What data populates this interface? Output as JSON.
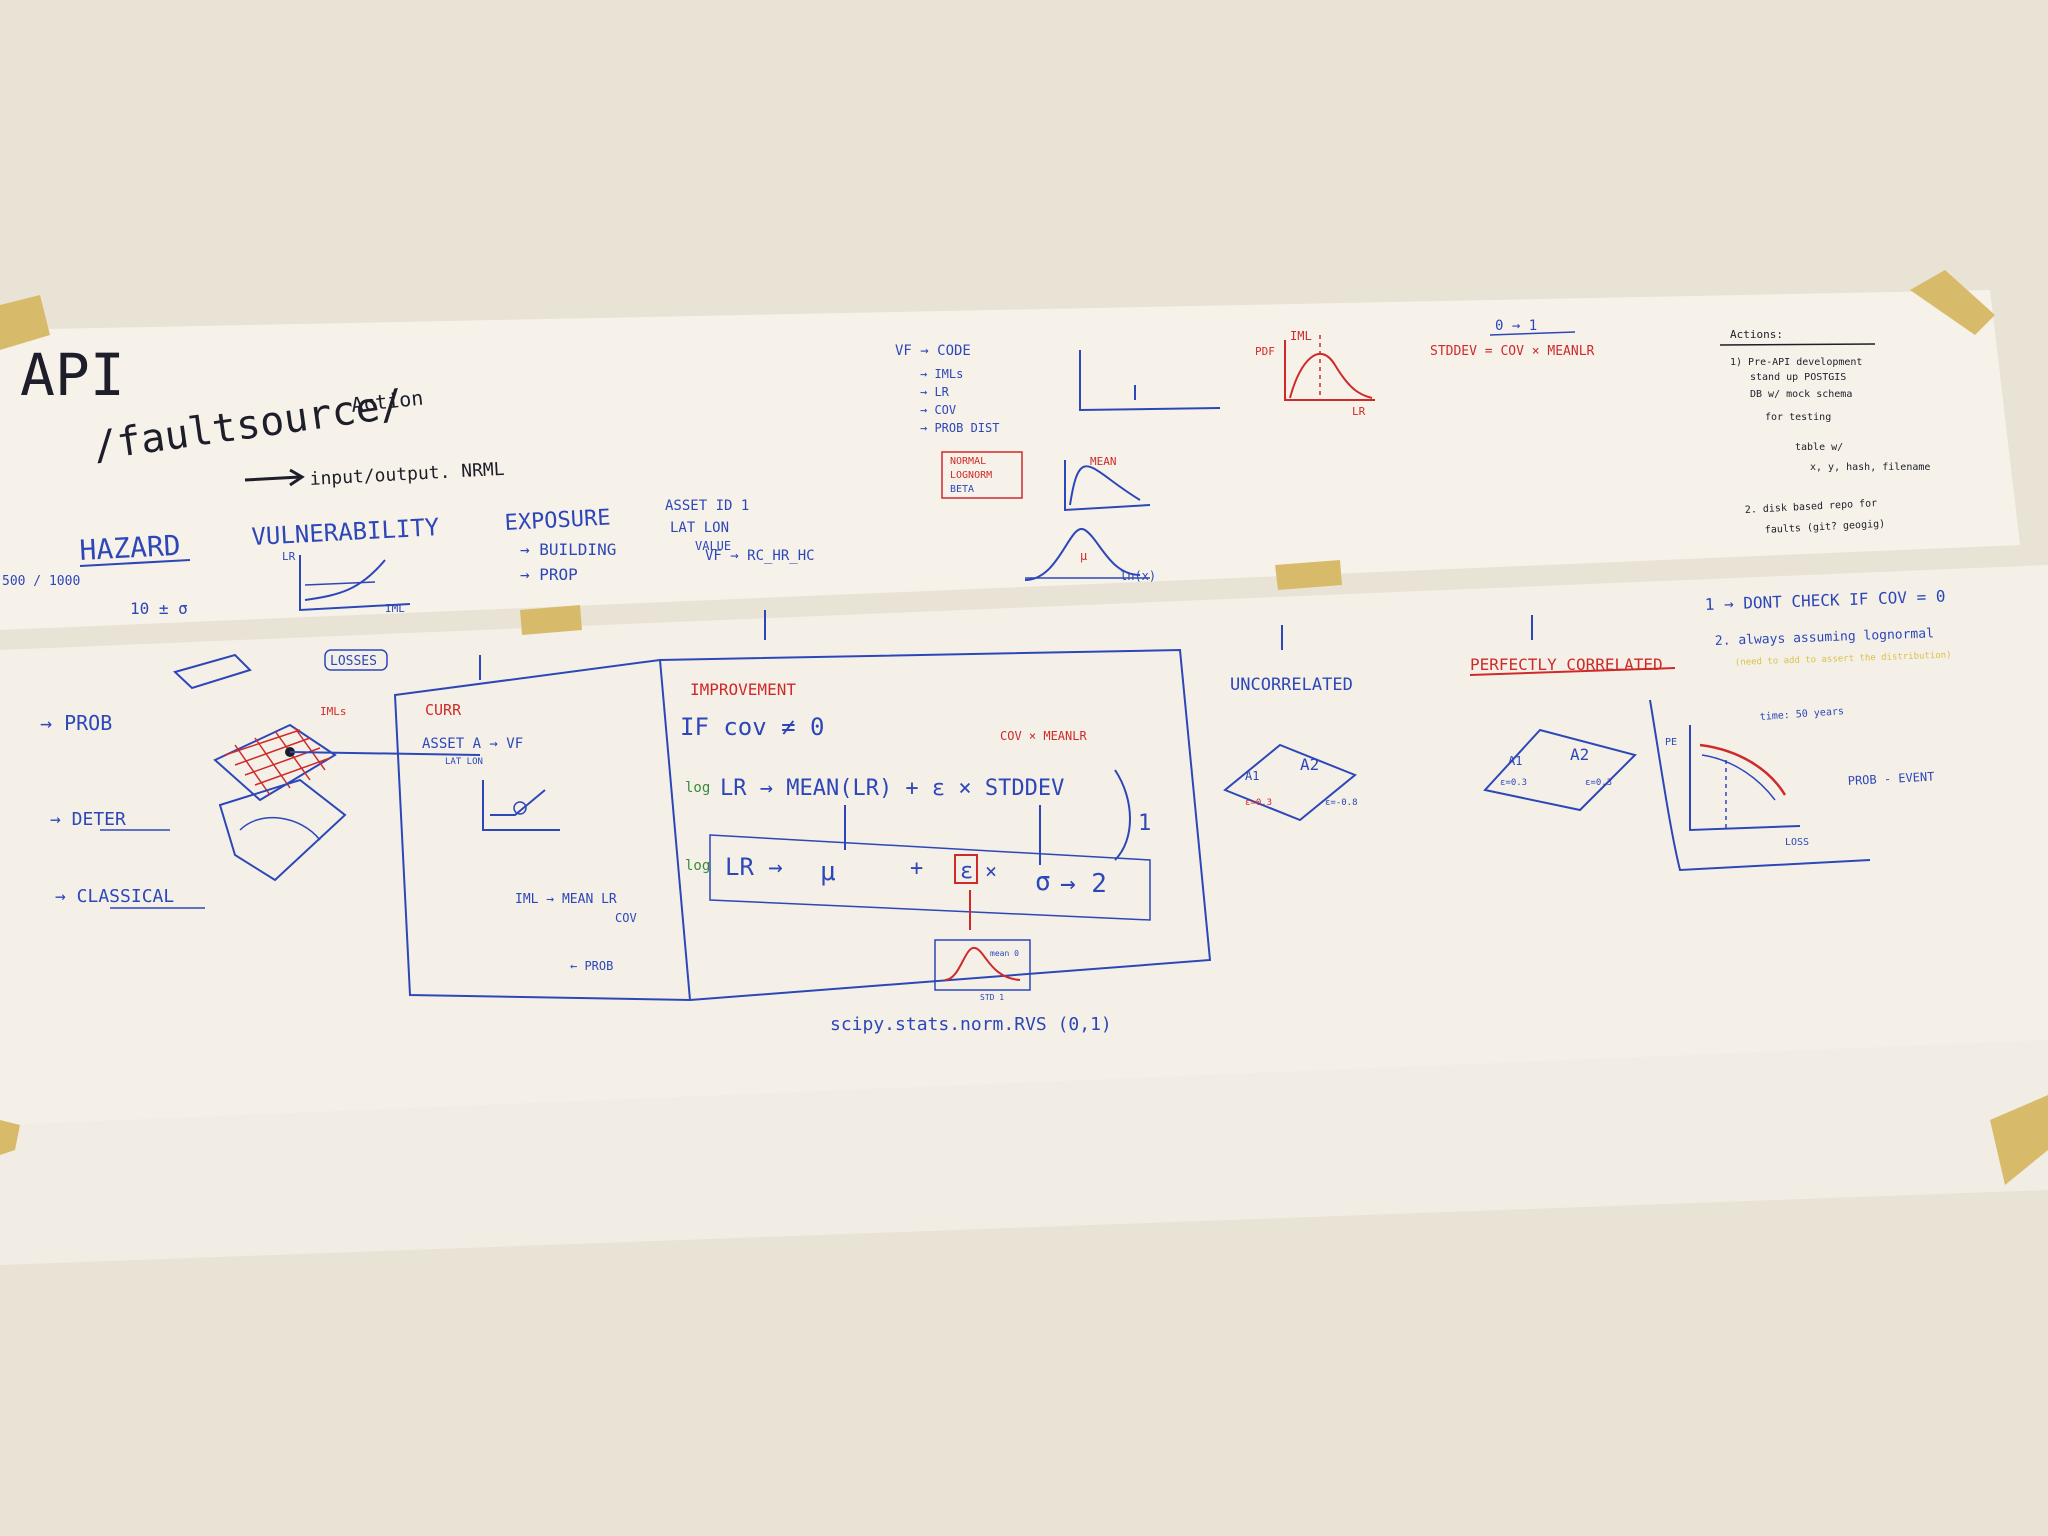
{
  "wall": {
    "background": "#e9e3d6",
    "paper": "#f3efe6",
    "tape": "#d8bb6a",
    "ink": {
      "blue": "#2d47b8",
      "red": "#cf2a2a",
      "black": "#1e1e2a",
      "green": "#3a8a3a",
      "yellow": "#d8c24a"
    }
  },
  "title": {
    "api": "API",
    "path": "/faultsource/",
    "action": "Action",
    "io_note": "input/output. NRML"
  },
  "columns": {
    "hazard": "HAZARD",
    "hazard_ratio": "500 / 1000",
    "hazard_note": "10 ± σ",
    "vulnerability": "VULNERABILITY",
    "vulnerability_axis_y": "LR",
    "vulnerability_axis_x": "IML",
    "losses": "LOSSES",
    "exposure": "EXPOSURE",
    "exposure_items": [
      "→ BUILDING",
      "→ PROP"
    ],
    "asset_lines": [
      "ASSET ID 1",
      "LAT LON",
      "VALUE",
      "VF → RC_HR_HC"
    ]
  },
  "vf_list": {
    "header": "VF → CODE",
    "items": [
      "→ IMLs",
      "→ LR",
      "→ COV",
      "→ PROB DIST"
    ],
    "box_items": [
      "NORMAL",
      "LOGNORM",
      "BETA"
    ]
  },
  "dist_sketch": {
    "mean_label": "MEAN",
    "axis_label": "ln(x)",
    "mu_label": "μ"
  },
  "pdf_sketch": {
    "axis_y": "PDF",
    "axis_x": "LR",
    "peak_label": "IML"
  },
  "stddev_note": {
    "top": "0 → 1",
    "formula": "STDDEV = COV × MEANLR"
  },
  "actions": {
    "title": "Actions:",
    "lines": [
      "1) Pre-API development",
      "stand up POSTGIS",
      "DB w/ mock schema",
      "for testing",
      "table w/",
      "x, y, hash, filename",
      "2. disk based repo for",
      "faults (git? geogig)"
    ]
  },
  "left_list": {
    "items": [
      "→ PROB",
      "→ DETER",
      "→ CLASSICAL"
    ],
    "imls_label": "IMLs"
  },
  "curr_box": {
    "title": "CURR",
    "asset_line": "ASSET A → VF",
    "asset_sub": "LAT LON",
    "iml_line": "IML → MEAN LR",
    "cov_label": "COV",
    "prob_label": "← PROB"
  },
  "improvement_box": {
    "title": "IMPROVEMENT",
    "condition": "IF cov ≠ 0",
    "red_note": "COV × MEANLR",
    "formula_1": "LR → MEAN(LR) + ε × STDDEV",
    "formula_1_prefix": "log",
    "formula_1_number": "1",
    "formula_2_prefix": "log",
    "formula_2_lr": "LR →",
    "formula_2_mu": "μ",
    "formula_2_plus": "+",
    "formula_2_eps": "ε",
    "formula_2_times": "×",
    "formula_2_sigma": "σ",
    "formula_2_arrow": "→ 2",
    "mini_plot_top": "mean 0",
    "mini_plot_bottom": "STD 1",
    "scipy_line": "scipy.stats.norm.RVS (0,1)"
  },
  "uncorrelated": {
    "title": "UNCORRELATED",
    "labels": [
      "A1",
      "A2",
      "ε=0.3",
      "ε=-0.8"
    ]
  },
  "perfectly_correlated": {
    "title": "PERFECTLY CORRELATED",
    "labels": [
      "A1",
      "A2",
      "ε=0.3",
      "ε=0.3"
    ]
  },
  "notes_right": {
    "line1": "1 → DONT CHECK IF COV = 0",
    "line2": "2. always assuming lognormal",
    "yellow_line": "(need to add to assert the distribution)",
    "curve_label": "time: 50 years",
    "prob_event": "PROB - EVENT",
    "axis_y": "PE",
    "axis_x": "LOSS"
  }
}
